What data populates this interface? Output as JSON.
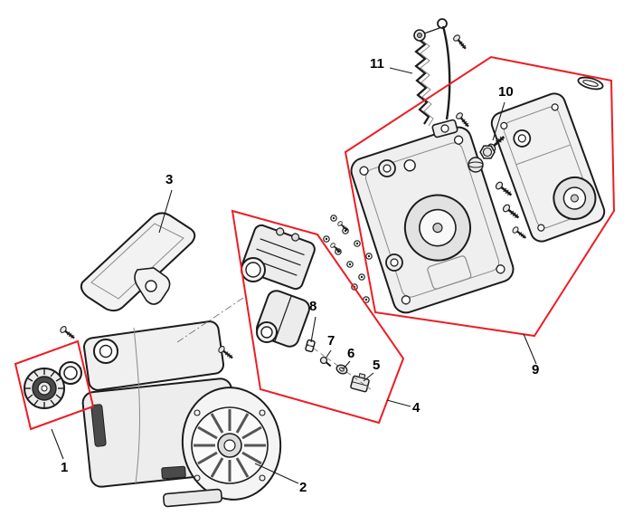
{
  "figure": {
    "kind": "exploded-parts-diagram",
    "part_labels": [
      "1",
      "2",
      "3",
      "4",
      "5",
      "6",
      "7",
      "8",
      "9",
      "10",
      "11"
    ],
    "colors": {
      "background": "#ffffff",
      "line": "#1c1c1c",
      "line-soft": "#8a8a8a",
      "highlight": "#ed1c24",
      "fill-light": "#f2f2f2",
      "fill-mid": "#dcdcdc",
      "fill-dark": "#4a4a4a",
      "label": "#000000"
    }
  }
}
